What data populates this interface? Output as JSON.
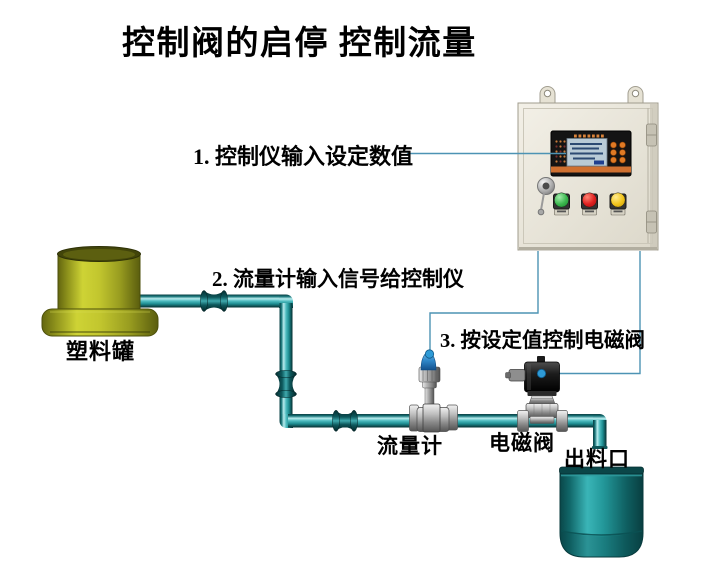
{
  "title": "控制阀的启停 控制流量",
  "annotations": {
    "step1": "1. 控制仪输入设定数值",
    "step2": "2. 流量计输入信号给控制仪",
    "step3": "3. 按设定值控制电磁阀"
  },
  "labels": {
    "tank": "塑料罐",
    "flow_meter": "流量计",
    "solenoid_valve": "电磁阀",
    "outlet": "出料口"
  },
  "colors": {
    "pipe_teal": "#2f9da1",
    "tank_yellow": "#c2c62e",
    "bucket_teal": "#23989a",
    "panel_beige": "#e8e4d8",
    "button_green": "#3cb84f",
    "button_red": "#e02020",
    "button_yellow": "#f2c51c",
    "controller_accent_orange": "#cf7030",
    "lcd_blue_gray": "#b9cbd6",
    "signal_line_blue": "#4d93b4",
    "connection_dot_blue": "#2e9ad6",
    "title_text": "#000000"
  }
}
